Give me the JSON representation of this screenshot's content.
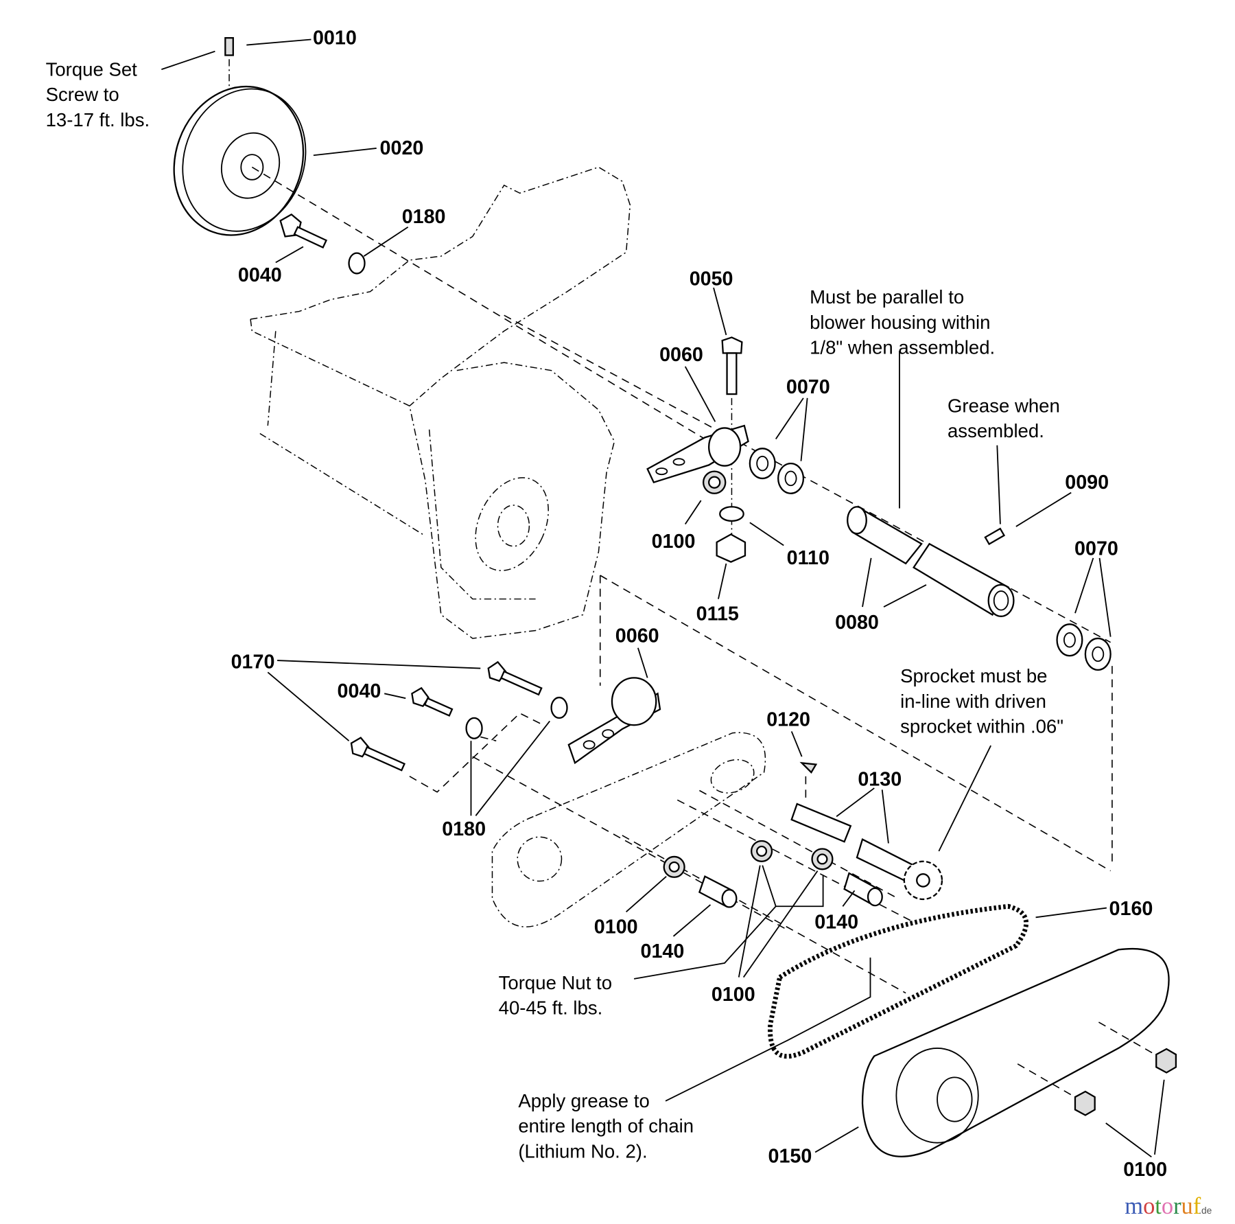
{
  "part_numbers": {
    "p0010": "0010",
    "p0020": "0020",
    "p0180a": "0180",
    "p0040a": "0040",
    "p0050": "0050",
    "p0060a": "0060",
    "p0070a": "0070",
    "p0100a": "0100",
    "p0110": "0110",
    "p0115": "0115",
    "p0080": "0080",
    "p0090": "0090",
    "p0070b": "0070",
    "p0060b": "0060",
    "p0170": "0170",
    "p0040b": "0040",
    "p0120": "0120",
    "p0130": "0130",
    "p0180b": "0180",
    "p0100b": "0100",
    "p0140a": "0140",
    "p0140b": "0140",
    "p0100c": "0100",
    "p0160": "0160",
    "p0150": "0150",
    "p0100d": "0100"
  },
  "notes": {
    "torque_screw": [
      "Torque Set",
      "Screw to",
      "13-17 ft. lbs."
    ],
    "parallel": [
      "Must be parallel to",
      "blower housing within",
      "1/8\" when assembled."
    ],
    "grease": [
      "Grease when",
      "assembled."
    ],
    "sprocket": [
      "Sprocket must be",
      "in-line with driven",
      "sprocket within .06\""
    ],
    "torque_nut": [
      "Torque Nut to",
      "40-45 ft. lbs."
    ],
    "chain_grease": [
      "Apply grease to",
      "entire length of chain",
      "(Lithium No. 2)."
    ]
  },
  "watermark": {
    "text": "motoruf",
    "suffix": ".de",
    "colors": [
      "#3b5bb5",
      "#d04040",
      "#3a9a3a",
      "#e070b0",
      "#2a8a4a",
      "#e08020",
      "#e0b000",
      "#e0a000"
    ]
  }
}
